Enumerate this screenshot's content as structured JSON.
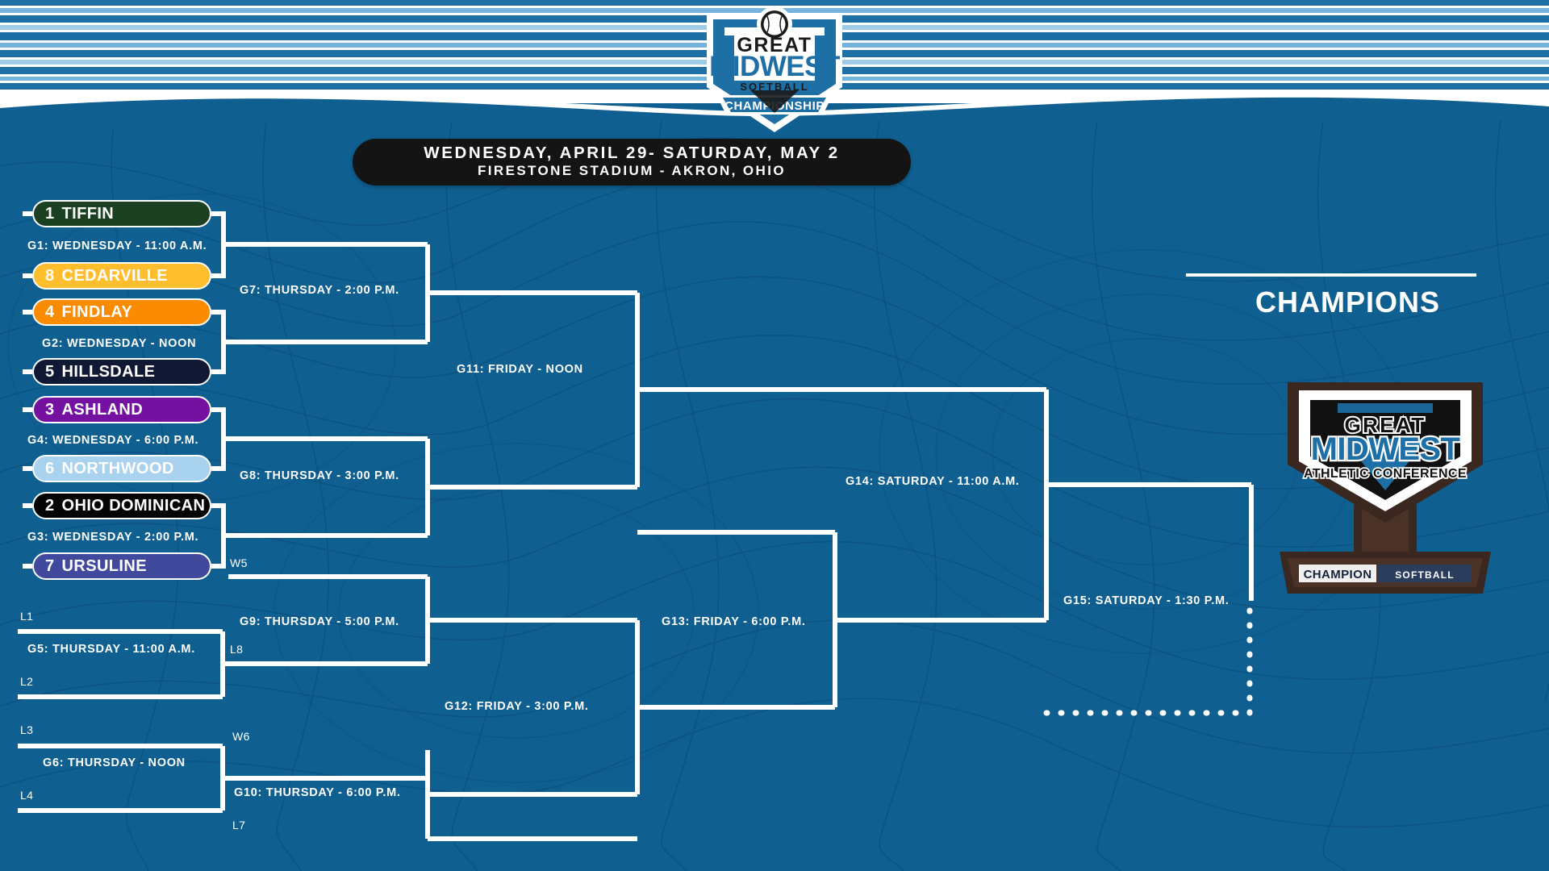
{
  "meta": {
    "background_color": "#0f5f90",
    "line_color": "#ffffff",
    "banner_color": "#141414"
  },
  "header": {
    "logo": {
      "icon": "softball-icon",
      "line1": "GREAT",
      "line2": "MIDWEST",
      "line3": "SOFTBALL",
      "ribbon": "CHAMPIONSHIP"
    }
  },
  "title_banner": {
    "dates": "WEDNESDAY, APRIL 29- SATURDAY, MAY 2",
    "venue": "FIRESTONE STADIUM - AKRON, OHIO"
  },
  "teams": [
    {
      "seed": "1",
      "name": "TIFFIN",
      "color": "#1c4122",
      "text": "#ffffff"
    },
    {
      "seed": "8",
      "name": "CEDARVILLE",
      "color": "#ffbe2e",
      "text": "#ffffff"
    },
    {
      "seed": "4",
      "name": "FINDLAY",
      "color": "#fb8b00",
      "text": "#ffffff"
    },
    {
      "seed": "5",
      "name": "HILLSDALE",
      "color": "#111833",
      "text": "#ffffff"
    },
    {
      "seed": "3",
      "name": "ASHLAND",
      "color": "#7411a0",
      "text": "#ffffff"
    },
    {
      "seed": "6",
      "name": "NORTHWOOD",
      "color": "#a9d2ef",
      "text": "#ffffff"
    },
    {
      "seed": "2",
      "name": "OHIO DOMINICAN",
      "color": "#050505",
      "text": "#ffffff"
    },
    {
      "seed": "7",
      "name": "URSULINE",
      "color": "#41499c",
      "text": "#ffffff"
    }
  ],
  "games": [
    {
      "id": "G1",
      "label": "G1: WEDNESDAY - 11:00 A.M."
    },
    {
      "id": "G2",
      "label": "G2: WEDNESDAY - NOON"
    },
    {
      "id": "G4",
      "label": "G4: WEDNESDAY - 6:00 P.M."
    },
    {
      "id": "G3",
      "label": "G3: WEDNESDAY - 2:00 P.M."
    },
    {
      "id": "G5",
      "label": "G5: THURSDAY - 11:00 A.M."
    },
    {
      "id": "G6",
      "label": "G6: THURSDAY - NOON"
    },
    {
      "id": "G7",
      "label": "G7: THURSDAY - 2:00 P.M."
    },
    {
      "id": "G8",
      "label": "G8: THURSDAY - 3:00 P.M."
    },
    {
      "id": "G9",
      "label": "G9: THURSDAY - 5:00 P.M."
    },
    {
      "id": "G10",
      "label": "G10: THURSDAY - 6:00 P.M."
    },
    {
      "id": "G11",
      "label": "G11: FRIDAY - NOON"
    },
    {
      "id": "G12",
      "label": "G12: FRIDAY - 3:00 P.M."
    },
    {
      "id": "G13",
      "label": "G13: FRIDAY - 6:00 P.M."
    },
    {
      "id": "G14",
      "label": "G14: SATURDAY - 11:00 A.M."
    },
    {
      "id": "G15",
      "label": "G15: SATURDAY - 1:30 P.M."
    }
  ],
  "slots": [
    {
      "id": "W5",
      "label": "W5"
    },
    {
      "id": "L1",
      "label": "L1"
    },
    {
      "id": "L2",
      "label": "L2"
    },
    {
      "id": "L8",
      "label": "L8"
    },
    {
      "id": "L3",
      "label": "L3"
    },
    {
      "id": "L4",
      "label": "L4"
    },
    {
      "id": "W6",
      "label": "W6"
    },
    {
      "id": "L7",
      "label": "L7"
    }
  ],
  "champions": {
    "heading": "CHAMPIONS",
    "trophy": {
      "line1": "GREAT",
      "line2": "MIDWEST",
      "line3": "ATHLETIC CONFERENCE",
      "plate_left": "CHAMPION",
      "plate_right": "SOFTBALL"
    }
  }
}
